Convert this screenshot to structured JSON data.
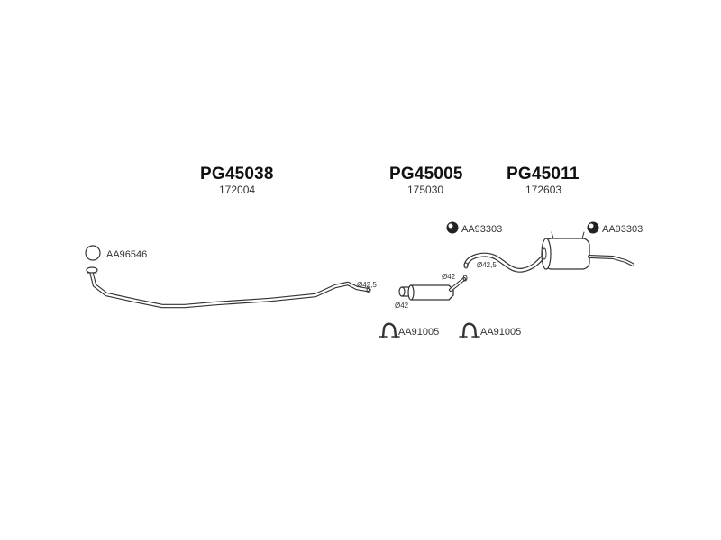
{
  "parts": [
    {
      "code": "PG45038",
      "number": "172004"
    },
    {
      "code": "PG45005",
      "number": "175030"
    },
    {
      "code": "PG45011",
      "number": "172603"
    }
  ],
  "accessories": {
    "gasket": "AA96546",
    "hanger_front": "AA93303",
    "hanger_rear": "AA93303",
    "clamp_left": "AA91005",
    "clamp_right": "AA91005"
  },
  "dimensions": {
    "front_pipe_end": "Ø42,5",
    "middle_inlet": "Ø42",
    "middle_outlet": "Ø42",
    "rear_inlet": "Ø42,5"
  }
}
